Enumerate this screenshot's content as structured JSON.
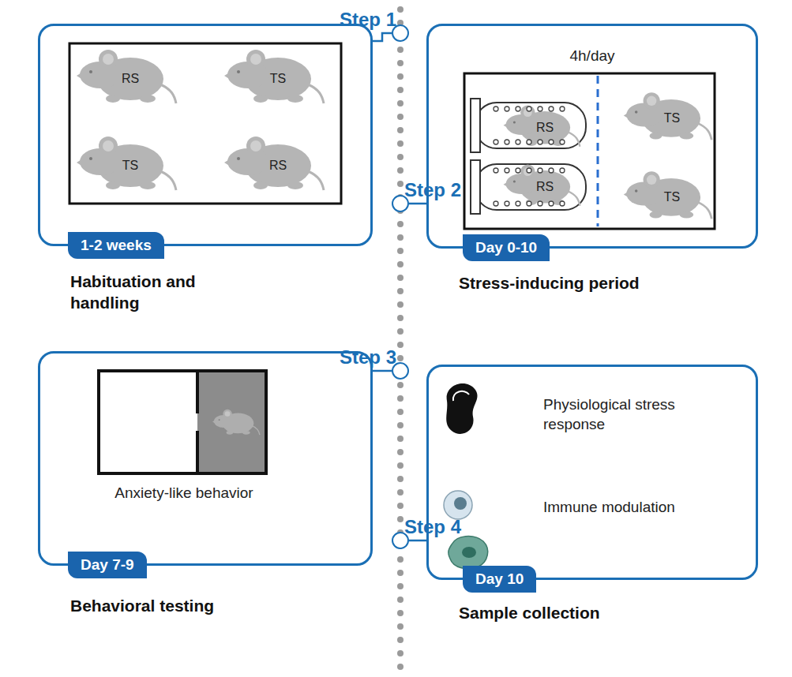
{
  "diagram": {
    "nodes": [
      {
        "text": [
          "Step 1"
        ]
      },
      {
        "text": [
          "Step 2"
        ]
      },
      {
        "text": [
          "Step 3"
        ]
      },
      {
        "text": [
          "Step 4"
        ]
      },
      {
        "text": [
          "Habituation and handling"
        ]
      },
      {
        "text": [
          "1-2 weeks"
        ],
        "in": 4
      },
      {
        "text": [
          "4h/day",
          "Stress-inducing period"
        ]
      },
      {
        "text": [
          "Day 0-10"
        ],
        "in": 6
      },
      {
        "text": [
          "Anxiety-like behavior",
          "Behavioral testing"
        ]
      },
      {
        "text": [
          "Day 7-9"
        ],
        "in": 8
      },
      {
        "text": [
          "Physiological stress response",
          "Immune modulation",
          "Sample collection"
        ]
      },
      {
        "text": [
          "Day 10"
        ],
        "in": 10
      }
    ],
    "edges": [
      {
        "from": 0,
        "to": 4,
        "arrow": "none"
      },
      {
        "from": 1,
        "to": 6,
        "arrow": "none"
      },
      {
        "from": 2,
        "to": 8,
        "arrow": "none"
      },
      {
        "from": 3,
        "to": 10,
        "arrow": "none"
      }
    ],
    "labels": [
      "RS",
      "TS",
      "TS",
      "RS",
      "RS",
      "RS",
      "TS",
      "TS"
    ]
  }
}
